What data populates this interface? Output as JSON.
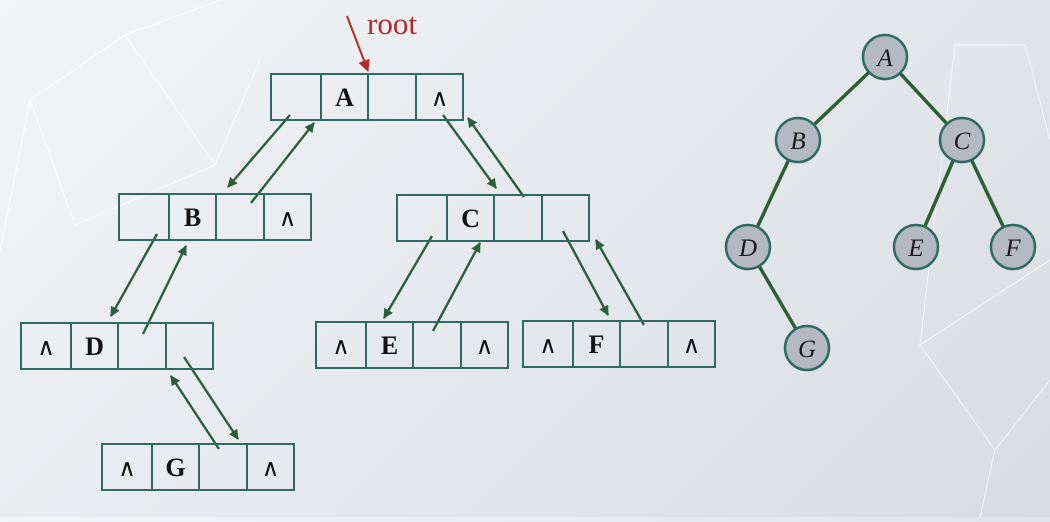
{
  "root_label": "root",
  "null_symbol": "∧",
  "colors": {
    "cell_border": "#2f6b62",
    "arrow": "#2d5e3c",
    "root_arrow": "#b12a2a",
    "tree_node_fill": "#b5b9c2",
    "tree_edge": "#2e5f32"
  },
  "list_nodes": [
    {
      "id": "A",
      "label": "A",
      "left_null": false,
      "right_null": true
    },
    {
      "id": "B",
      "label": "B",
      "left_null": false,
      "right_null": true
    },
    {
      "id": "C",
      "label": "C",
      "left_null": false,
      "right_null": false
    },
    {
      "id": "D",
      "label": "D",
      "left_null": true,
      "right_null": false
    },
    {
      "id": "E",
      "label": "E",
      "left_null": true,
      "right_null": true
    },
    {
      "id": "F",
      "label": "F",
      "left_null": true,
      "right_null": true
    },
    {
      "id": "G",
      "label": "G",
      "left_null": true,
      "right_null": true
    }
  ],
  "tree_nodes": [
    {
      "id": "A",
      "label": "A"
    },
    {
      "id": "B",
      "label": "B"
    },
    {
      "id": "C",
      "label": "C"
    },
    {
      "id": "D",
      "label": "D"
    },
    {
      "id": "E",
      "label": "E"
    },
    {
      "id": "F",
      "label": "F"
    },
    {
      "id": "G",
      "label": "G"
    }
  ],
  "tree_edges": [
    [
      "A",
      "B"
    ],
    [
      "A",
      "C"
    ],
    [
      "B",
      "D"
    ],
    [
      "C",
      "E"
    ],
    [
      "C",
      "F"
    ],
    [
      "D",
      "G"
    ]
  ]
}
